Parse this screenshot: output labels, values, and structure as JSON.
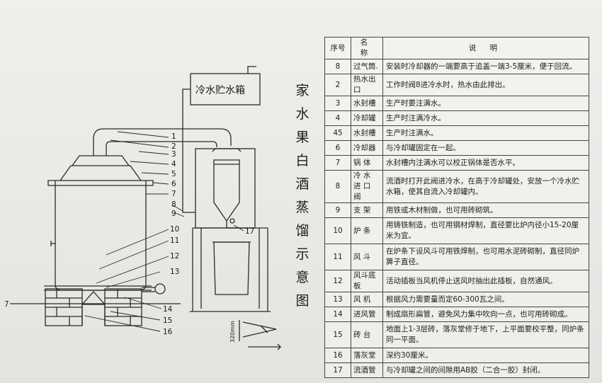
{
  "tank": {
    "label": "冷水贮水箱"
  },
  "title": {
    "chars": [
      "家",
      "水",
      "果",
      "白",
      "酒",
      "蒸",
      "馏",
      "示",
      "意",
      "图"
    ]
  },
  "ground": {
    "label": "7"
  },
  "inset": {
    "label": "320mm"
  },
  "callouts": [
    "1",
    "2",
    "3",
    "4",
    "5",
    "6",
    "7",
    "8",
    "9",
    "10",
    "11",
    "12",
    "13",
    "14",
    "15",
    "16",
    "17"
  ],
  "table": {
    "headers": {
      "no": "序号",
      "name": "名 称",
      "desc": "说 明"
    },
    "rows": [
      {
        "no": "8",
        "name": "过气筒.",
        "desc": "安装时冷却器的一端要高于追盖一端3-5厘米，便于回流。"
      },
      {
        "no": "2",
        "name": "热水出口",
        "desc": "工作时阀8进冷水时，热水由此排出。"
      },
      {
        "no": "3",
        "name": "水封槽",
        "desc": "生产时要注满水。"
      },
      {
        "no": "4",
        "name": "冷却罐",
        "desc": "生产时注满冷水。"
      },
      {
        "no": "45",
        "name": "水封槽",
        "desc": "生产时注满水。"
      },
      {
        "no": "6",
        "name": "冷却器",
        "desc": "与冷却罐固定在一起。"
      },
      {
        "no": "7",
        "name": "锅 体",
        "desc": "水封槽内注满水可以校正锅体是否水平。"
      },
      {
        "no": "8",
        "name": "冷 水 进 口 阀",
        "desc": "流酒时打开此阀进冷水，在高于冷却罐处，安放一个冷水贮水箱，使其自流入冷却罐内。"
      },
      {
        "no": "9",
        "name": "支 架",
        "desc": "用铁或木材制做，也可用砖砌筑。"
      },
      {
        "no": "10",
        "name": "炉 条",
        "desc": "用铸铁制造，也可用钢材焊制，直径要比炉内径小15-20厘米为宜。"
      },
      {
        "no": "11",
        "name": "风 斗",
        "desc": "在炉条下设风斗可用铁焊制，也可用水泥砖砌制，直径同炉箅子直径。"
      },
      {
        "no": "12",
        "name": "风斗底板",
        "desc": "活动插板当风机停止送风时抽出此插板，自然通风。"
      },
      {
        "no": "13",
        "name": "风 机",
        "desc": "根据风力需要量而定60-300瓦之间。"
      },
      {
        "no": "14",
        "name": "进风管",
        "desc": "制成扇形扁管，避免风力集中吹向一点，也可用砖砌成。"
      },
      {
        "no": "15",
        "name": "砖 台",
        "desc": "地面上1-3层砖，落灰堂修于地下，上平面要校平整，同炉条同一平面。"
      },
      {
        "no": "16",
        "name": "落灰堂",
        "desc": "深约30厘米。"
      },
      {
        "no": "17",
        "name": "流酒管",
        "desc": "与冷却罐之间的间隙用AB胶（二合一胶）封闭。"
      }
    ]
  }
}
